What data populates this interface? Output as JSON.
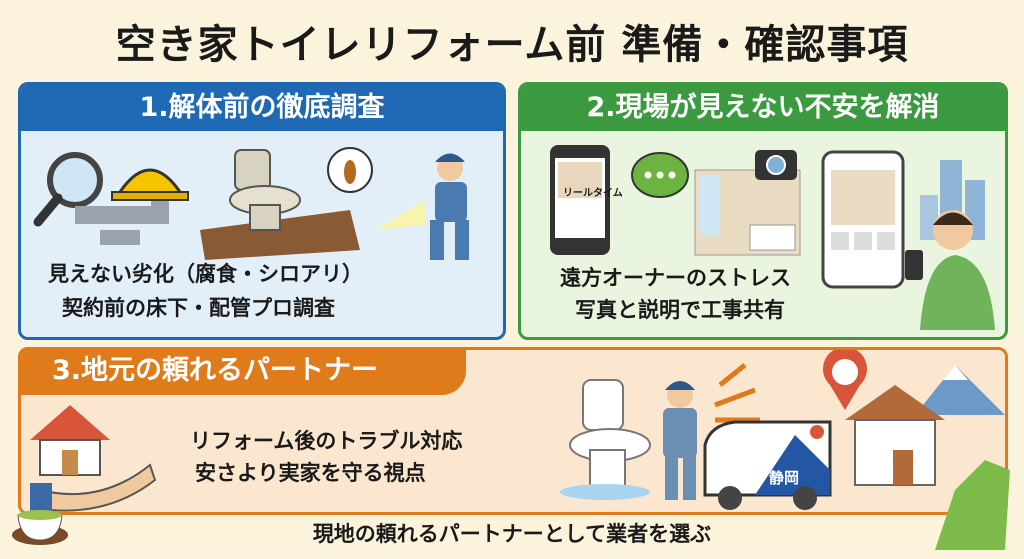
{
  "title": "空き家トイレリフォーム前 準備・確認事項",
  "sections": [
    {
      "heading": "1.解体前の徹底調査",
      "lines": [
        "見えない劣化（腐食・シロアリ）",
        "契約前の床下・配管プロ調査"
      ],
      "color": "#1f68b3"
    },
    {
      "heading": "2.現場が見えない不安を解消",
      "lines": [
        "遠方オーナーのストレス",
        "写真と説明で工事共有"
      ],
      "color": "#3b9a3f",
      "phone_label": "リールタイム"
    },
    {
      "heading": "3.地元の頼れるパートナー",
      "lines": [
        "リフォーム後のトラブル対応",
        "安さより実家を守る視点"
      ],
      "color": "#e07b1c",
      "van_label": "静岡"
    }
  ],
  "footer": "現地の頼れるパートナーとして業者を選ぶ"
}
